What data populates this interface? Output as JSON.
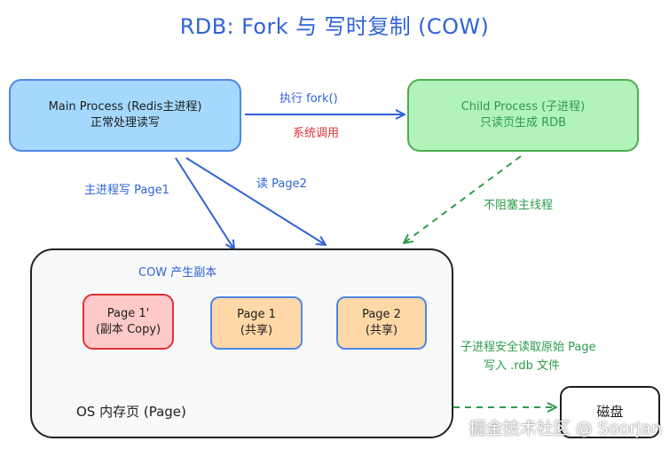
{
  "title": "RDB: Fork 与 写时复制 (COW)",
  "nodes": {
    "main_process": {
      "line1": "Main Process (Redis主进程)",
      "line2": "正常处理读写"
    },
    "child_process": {
      "line1": "Child Process (子进程)",
      "line2": "只读页生成 RDB"
    },
    "os_memory": {
      "label": "OS 内存页 (Page)"
    },
    "page_copy": {
      "line1": "Page 1'",
      "line2": "(副本 Copy)"
    },
    "page1": {
      "line1": "Page 1",
      "line2": "(共享)"
    },
    "page2": {
      "line1": "Page 2",
      "line2": "(共享)"
    },
    "disk": {
      "label": "磁盘"
    }
  },
  "edges": {
    "fork_label": "执行 fork()",
    "syscall_label": "系统调用",
    "write_page1_label": "主进程写 Page1",
    "read_page2_label": "读 Page2",
    "non_blocking_label": "不阻塞主线程",
    "cow_label": "COW 产生副本",
    "write_rdb_line1": "子进程安全读取原始 Page",
    "write_rdb_line2": "写入 .rdb 文件"
  },
  "watermark": "掘金技术社区 @ Soorjan",
  "colors": {
    "blue": "#2f63d8",
    "green": "#2e9b4b",
    "red": "#e03131",
    "main_fill": "#a5d8ff",
    "child_fill": "#b2f2bb",
    "page_fill": "#ffd8a8",
    "copy_fill": "#ffc9c9",
    "os_fill": "#f8f9fa"
  }
}
